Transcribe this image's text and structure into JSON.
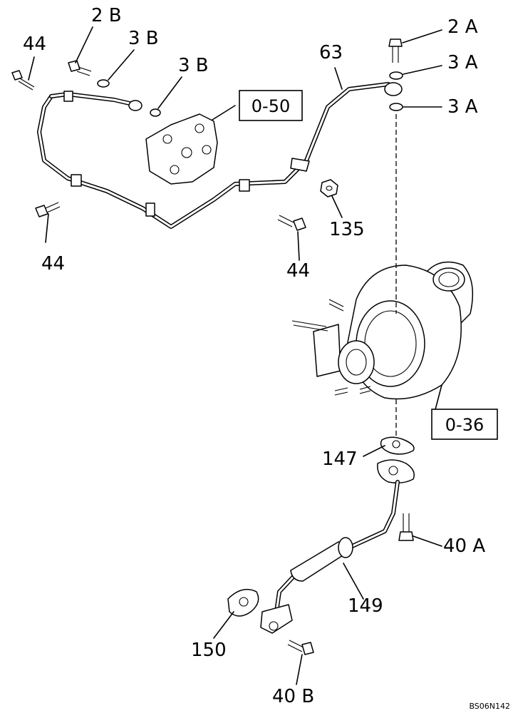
{
  "labels": {
    "l_2b": "2 B",
    "l_3b_top": "3 B",
    "l_3b_mid": "3 B",
    "l_44_topleft": "44",
    "l_44_left": "44",
    "l_44_mid": "44",
    "l_63": "63",
    "l_135": "135",
    "l_2a": "2 A",
    "l_3a_top": "3 A",
    "l_3a_bottom": "3 A",
    "l_147": "147",
    "l_40a": "40 A",
    "l_149": "149",
    "l_150": "150",
    "l_40b": "40 B"
  },
  "references": {
    "ref_050": "0-50",
    "ref_036": "0-36"
  },
  "drawing_code": "BS06N142"
}
